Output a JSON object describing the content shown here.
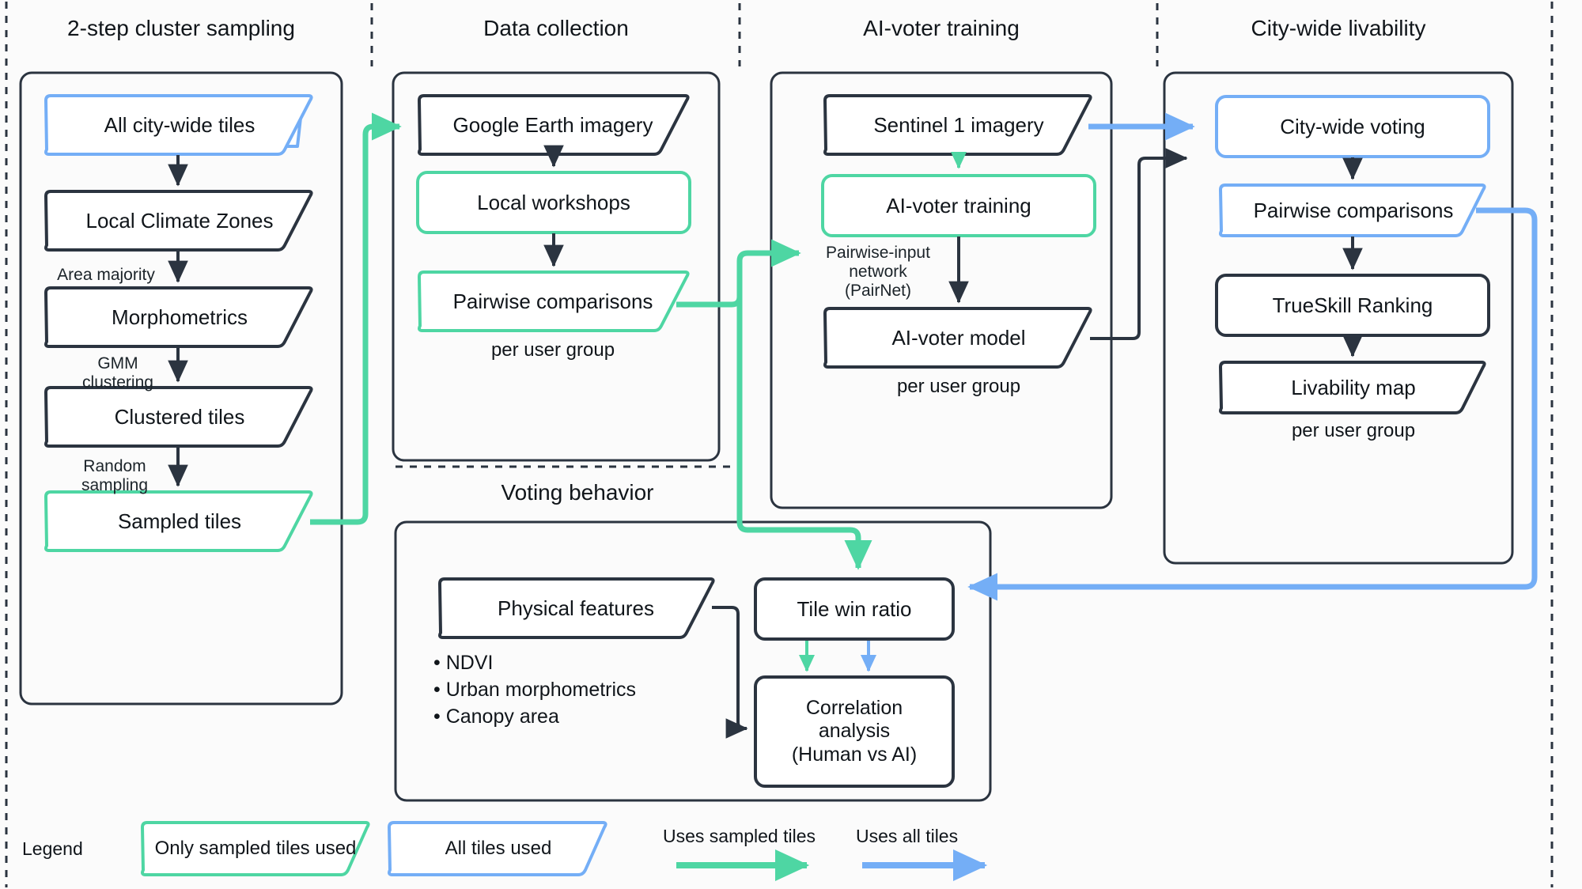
{
  "colors": {
    "dark": "#2b3440",
    "green": "#4ed6a3",
    "blue": "#74aef6",
    "background": "#fbfbfb"
  },
  "columns": [
    {
      "id": "cluster-sampling",
      "title": "2-step cluster sampling"
    },
    {
      "id": "data-collection",
      "title": "Data collection"
    },
    {
      "id": "ai-voter-training",
      "title": "AI-voter training"
    },
    {
      "id": "city-wide-livability",
      "title": "City-wide livability"
    },
    {
      "id": "voting-behavior",
      "title": "Voting behavior"
    }
  ],
  "nodes": {
    "all_city_wide_tiles": "All city-wide tiles",
    "local_climate_zones": "Local Climate Zones",
    "morphometrics": "Morphometrics",
    "clustered_tiles": "Clustered tiles",
    "sampled_tiles": "Sampled tiles",
    "google_earth_imagery": "Google Earth imagery",
    "local_workshops": "Local workshops",
    "pairwise_comparisons_dc": "Pairwise comparisons",
    "sentinel_1_imagery": "Sentinel 1 imagery",
    "ai_voter_training": "AI-voter training",
    "ai_voter_model": "AI-voter model",
    "city_wide_voting": "City-wide voting",
    "pairwise_comparisons_cw": "Pairwise comparisons",
    "trueskill_ranking": "TrueSkill Ranking",
    "livability_map": "Livability map",
    "physical_features": "Physical features",
    "tile_win_ratio": "Tile win ratio",
    "correlation_analysis": "Correlation\nanalysis\n(Human vs AI)"
  },
  "edge_labels": {
    "area_majority": "Area majority",
    "gmm_clustering": "GMM\nclustering",
    "random_sampling": "Random\nsampling",
    "pairnet": "Pairwise-input\nnetwork\n(PairNet)"
  },
  "captions": {
    "dc_per_user_group": "per user group",
    "ai_per_user_group": "per user group",
    "cw_per_user_group": "per user group"
  },
  "physical_feature_bullets": [
    "• NDVI",
    "• Urban morphometrics",
    "• Canopy area"
  ],
  "legend": {
    "title": "Legend",
    "sampled_shape_label": "Only sampled tiles used",
    "all_shape_label": "All tiles used",
    "green_arrow_label": "Uses sampled tiles",
    "blue_arrow_label": "Uses all tiles"
  }
}
